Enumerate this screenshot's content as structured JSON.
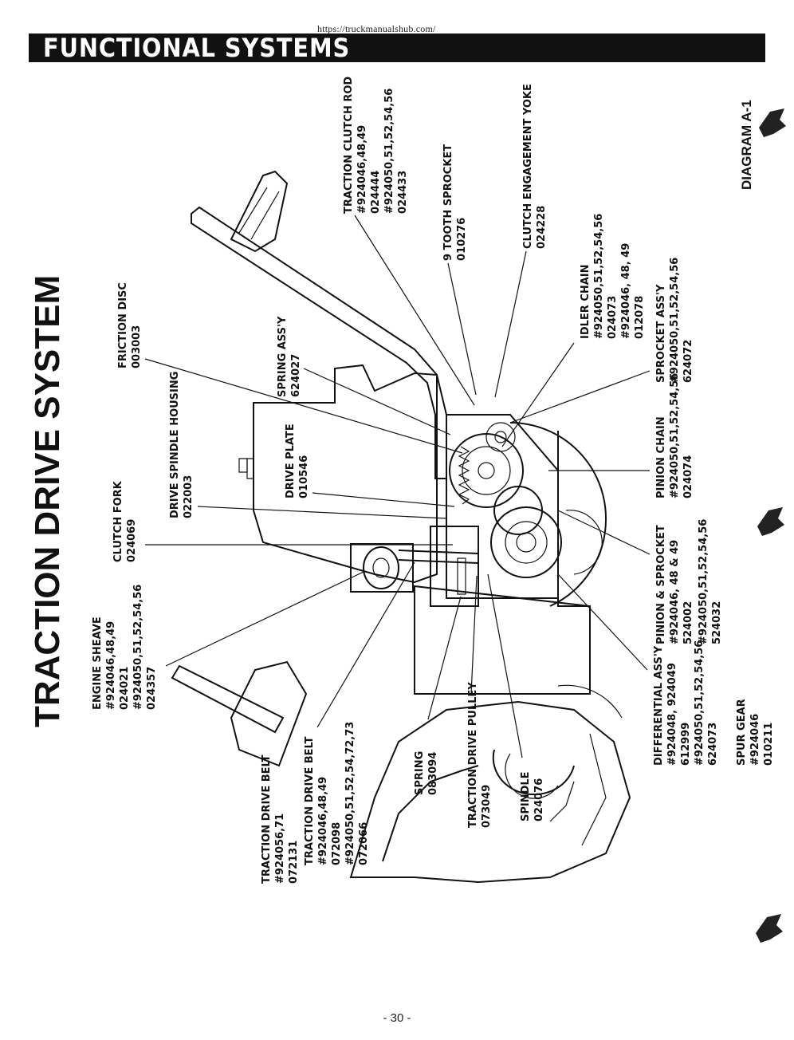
{
  "page": {
    "url": "https://truckmanualshub.com/",
    "section_title": "FUNCTIONAL SYSTEMS",
    "page_number": "- 30 -"
  },
  "diagram": {
    "title": "TRACTION DRIVE SYSTEM",
    "label": "DIAGRAM A-1",
    "callouts": {
      "traction_clutch_rod": [
        "TRACTION CLUTCH ROD",
        "#924046,48,49",
        "024444",
        "#924050,51,52,54,56",
        "024433"
      ],
      "nine_tooth_sprocket": [
        "9 TOOTH SPROCKET",
        "010276"
      ],
      "clutch_engagement_yoke": [
        "CLUTCH ENGAGEMENT YOKE",
        "024228"
      ],
      "idler_chain": [
        "IDLER CHAIN",
        "#924050,51,52,54,56",
        "024073",
        "#924046, 48, 49",
        "012078"
      ],
      "sprocket_assy": [
        "SPROCKET ASS'Y",
        "#924050,51,52,54,56",
        "624072"
      ],
      "friction_disc": [
        "FRICTION DISC",
        "003003"
      ],
      "spring_assy": [
        "SPRING ASS'Y",
        "624027"
      ],
      "drive_spindle_housing": [
        "DRIVE SPINDLE HOUSING",
        "022003"
      ],
      "drive_plate": [
        "DRIVE PLATE",
        "010546"
      ],
      "pinion_chain": [
        "PINION CHAIN",
        "#924050,51,52,54,56",
        "024074"
      ],
      "clutch_fork": [
        "CLUTCH FORK",
        "024069"
      ],
      "pinion_sprocket_left": [
        "PINION & SPROCKET",
        "#924046, 48 & 49",
        "524002"
      ],
      "pinion_sprocket_right": [
        "#924050,51,52,54,56",
        "524032"
      ],
      "engine_sheave": [
        "ENGINE SHEAVE",
        "#924046,48,49",
        "024021",
        "#924050,51,52,54,56",
        "024357"
      ],
      "differential_assy": [
        "DIFFERENTIAL ASS'Y",
        "#924048, 924049",
        "612999",
        "#924050,51,52,54,56",
        "624073"
      ],
      "spur_gear": [
        "SPUR GEAR",
        "#924046",
        "010211"
      ],
      "traction_drive_belt_a": [
        "TRACTION DRIVE BELT",
        "#924056,71",
        "072131"
      ],
      "traction_drive_belt_b": [
        "TRACTION DRIVE BELT",
        "#924046,48,49",
        "072098",
        "#924050,51,52,54,72,73",
        "072066"
      ],
      "spring": [
        "SPRING",
        "083094"
      ],
      "traction_drive_pulley": [
        "TRACTION DRIVE PULLEY",
        "073049"
      ],
      "spindle": [
        "SPINDLE",
        "024076"
      ]
    }
  }
}
